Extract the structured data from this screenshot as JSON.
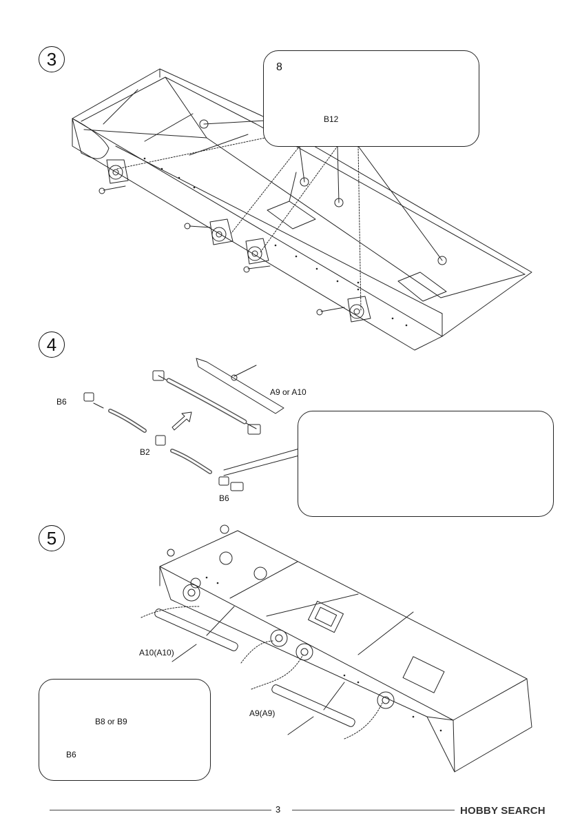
{
  "steps": [
    {
      "number": "3",
      "callout": {
        "sub_step": "8",
        "part": "B12"
      }
    },
    {
      "number": "4",
      "parts": {
        "end_top": "B6",
        "middle": "B2",
        "end_bottom": "B6",
        "mount": "A9 or A10"
      }
    },
    {
      "number": "5",
      "parts": {
        "front_unit": "A10(A10)",
        "rear_unit": "A9(A9)",
        "pin": "B8 or B9",
        "end": "B6"
      }
    }
  ],
  "footer": {
    "page_number": "3",
    "watermark": "HOBBY SEARCH"
  }
}
